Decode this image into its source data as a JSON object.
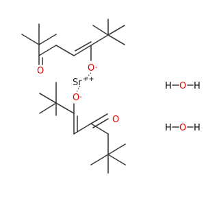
{
  "molecule": {
    "metal": {
      "symbol": "Sr",
      "charge": "++"
    },
    "ligand1": {
      "carbonyl_oxygen": "O",
      "enolate_oxygen": "O",
      "enolate_charge": "-"
    },
    "ligand2": {
      "carbonyl_oxygen": "O",
      "enolate_oxygen": "O",
      "enolate_charge": "-"
    },
    "waters": [
      {
        "left_h": "H",
        "oxygen": "O",
        "right_h": "H"
      },
      {
        "left_h": "H",
        "oxygen": "O",
        "right_h": "H"
      }
    ],
    "colors": {
      "bond": "#3b3b3b",
      "oxygen": "#e00000",
      "strontium": "#222222"
    }
  }
}
